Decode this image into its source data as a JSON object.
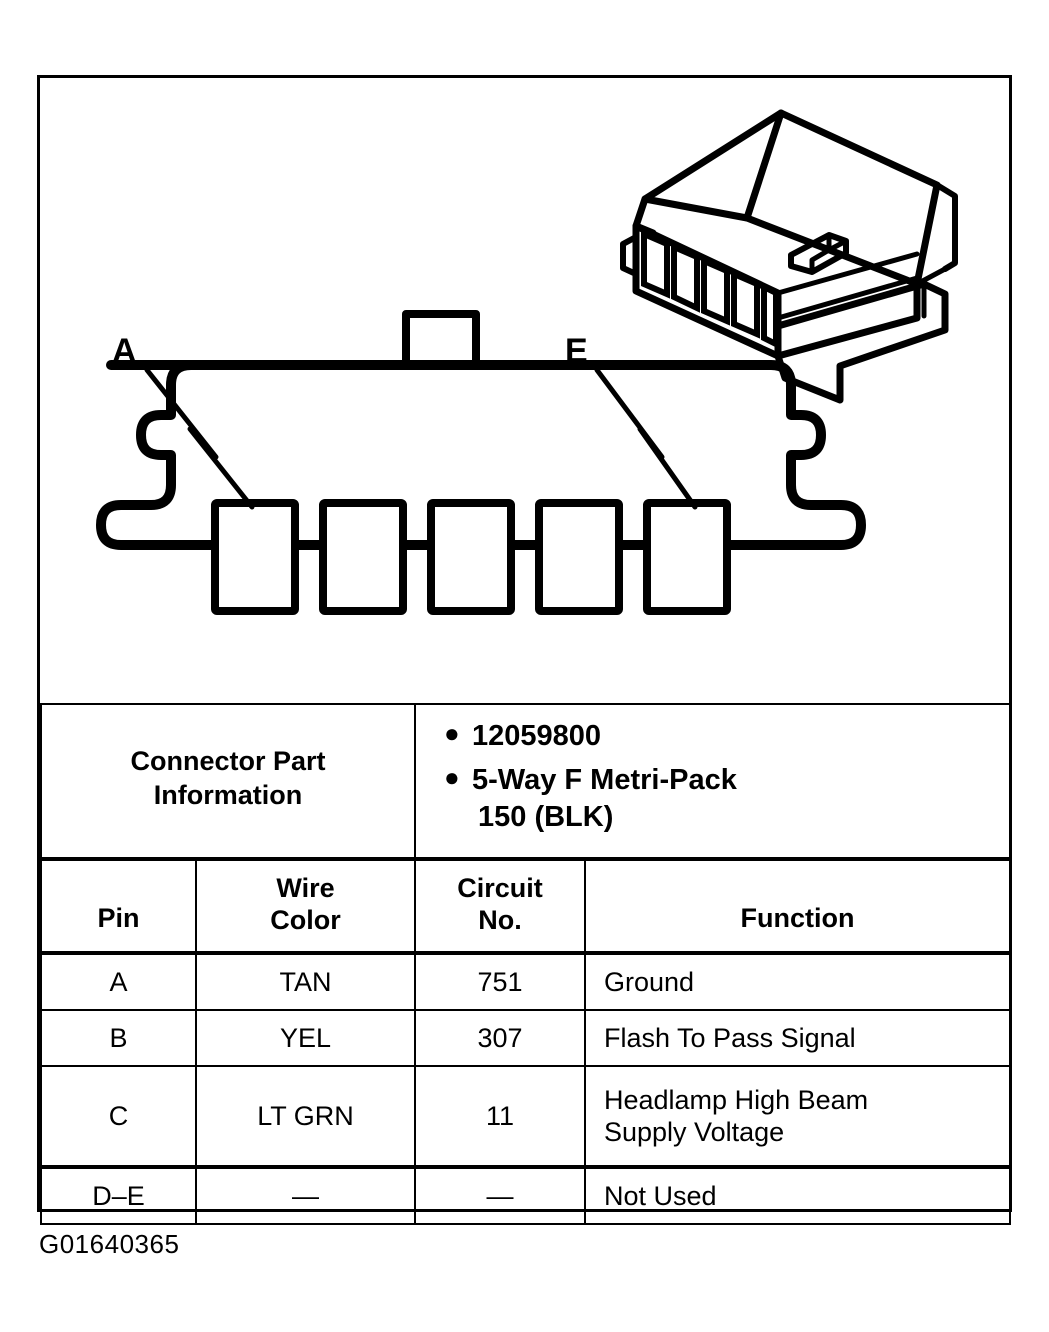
{
  "diagram": {
    "pin_labels": [
      {
        "id": "A",
        "text": "A"
      },
      {
        "id": "E",
        "text": "E"
      }
    ],
    "cavity_count": 5,
    "views": {
      "isometric": "connector-3d-view",
      "face": "connector-face-view"
    }
  },
  "table": {
    "part_info": {
      "label_line1": "Connector Part",
      "label_line2": "Information",
      "bullets": [
        {
          "line1": "12059800",
          "line2": ""
        },
        {
          "line1": "5-Way F Metri-Pack",
          "line2": "150 (BLK)"
        }
      ]
    },
    "headers": {
      "pin": "Pin",
      "wire_color_line1": "Wire",
      "wire_color_line2": "Color",
      "circuit_no_line1": "Circuit",
      "circuit_no_line2": "No.",
      "function": "Function"
    },
    "rows": [
      {
        "pin": "A",
        "wire_color": "TAN",
        "circuit_no": "751",
        "function_line1": "Ground",
        "function_line2": ""
      },
      {
        "pin": "B",
        "wire_color": "YEL",
        "circuit_no": "307",
        "function_line1": "Flash To Pass Signal",
        "function_line2": ""
      },
      {
        "pin": "C",
        "wire_color": "LT GRN",
        "circuit_no": "11",
        "function_line1": "Headlamp High Beam",
        "function_line2": "Supply Voltage"
      },
      {
        "pin": "D–E",
        "wire_color": "—",
        "circuit_no": "—",
        "function_line1": "Not Used",
        "function_line2": ""
      }
    ]
  },
  "caption": {
    "figure_id": "G01640365"
  },
  "colors": {
    "ink": "#000000",
    "paper": "#ffffff"
  }
}
